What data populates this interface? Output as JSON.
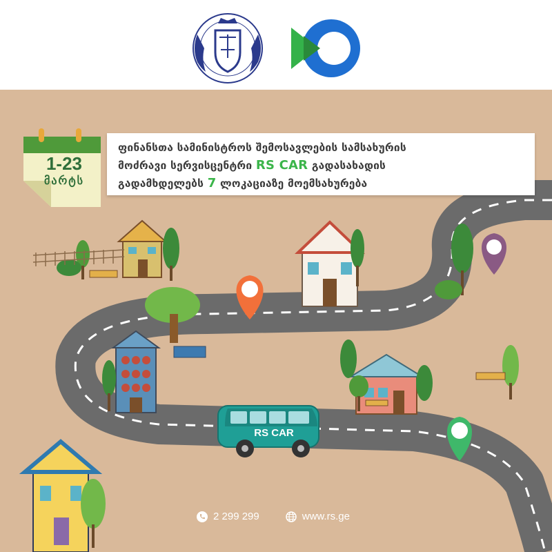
{
  "date_badge": {
    "range": "1-23",
    "month": "მარტს"
  },
  "headline": {
    "line1": "ფინანსთა სამინისტროს შემოსავლების სამსახურის",
    "line2_before": "მოძრავი სერვისცენტრი",
    "line2_highlight": "RS CAR",
    "line2_after": "გადასახადის",
    "line3_before": "გადამხდელებს",
    "line3_highlight": "7",
    "line3_after": "ლოკაციაზე მოემსახურება"
  },
  "bus": {
    "label": "RS CAR"
  },
  "contacts": {
    "phone": "2 299 299",
    "website": "www.rs.ge"
  },
  "icons": [
    "ministry-emblem-icon",
    "rs-logo-icon",
    "calendar-icon",
    "location-pin-icon",
    "phone-icon",
    "globe-icon"
  ],
  "colors": {
    "background": "#d9b99a",
    "road": "#6b6b6b",
    "accent_green": "#3bb54a",
    "bus": "#1f9f96",
    "pin_orange": "#f2703a",
    "pin_purple": "#8a5a84",
    "pin_green": "#3fb86a"
  }
}
